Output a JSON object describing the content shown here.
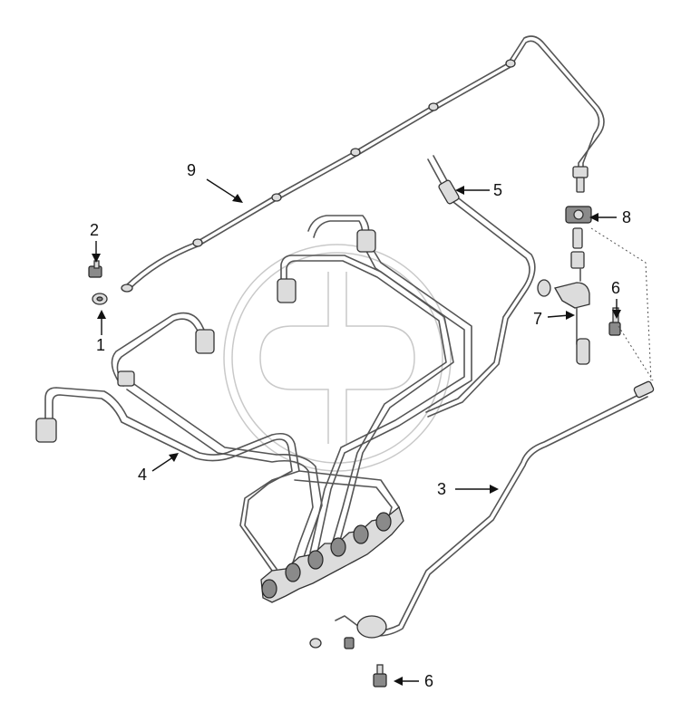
{
  "callouts": [
    {
      "id": "9",
      "text": "9"
    },
    {
      "id": "5",
      "text": "5"
    },
    {
      "id": "8",
      "text": "8"
    },
    {
      "id": "2",
      "text": "2"
    },
    {
      "id": "1",
      "text": "1"
    },
    {
      "id": "6a",
      "text": "6"
    },
    {
      "id": "7",
      "text": "7"
    },
    {
      "id": "4",
      "text": "4"
    },
    {
      "id": "3",
      "text": "3"
    },
    {
      "id": "6b",
      "text": "6"
    }
  ]
}
